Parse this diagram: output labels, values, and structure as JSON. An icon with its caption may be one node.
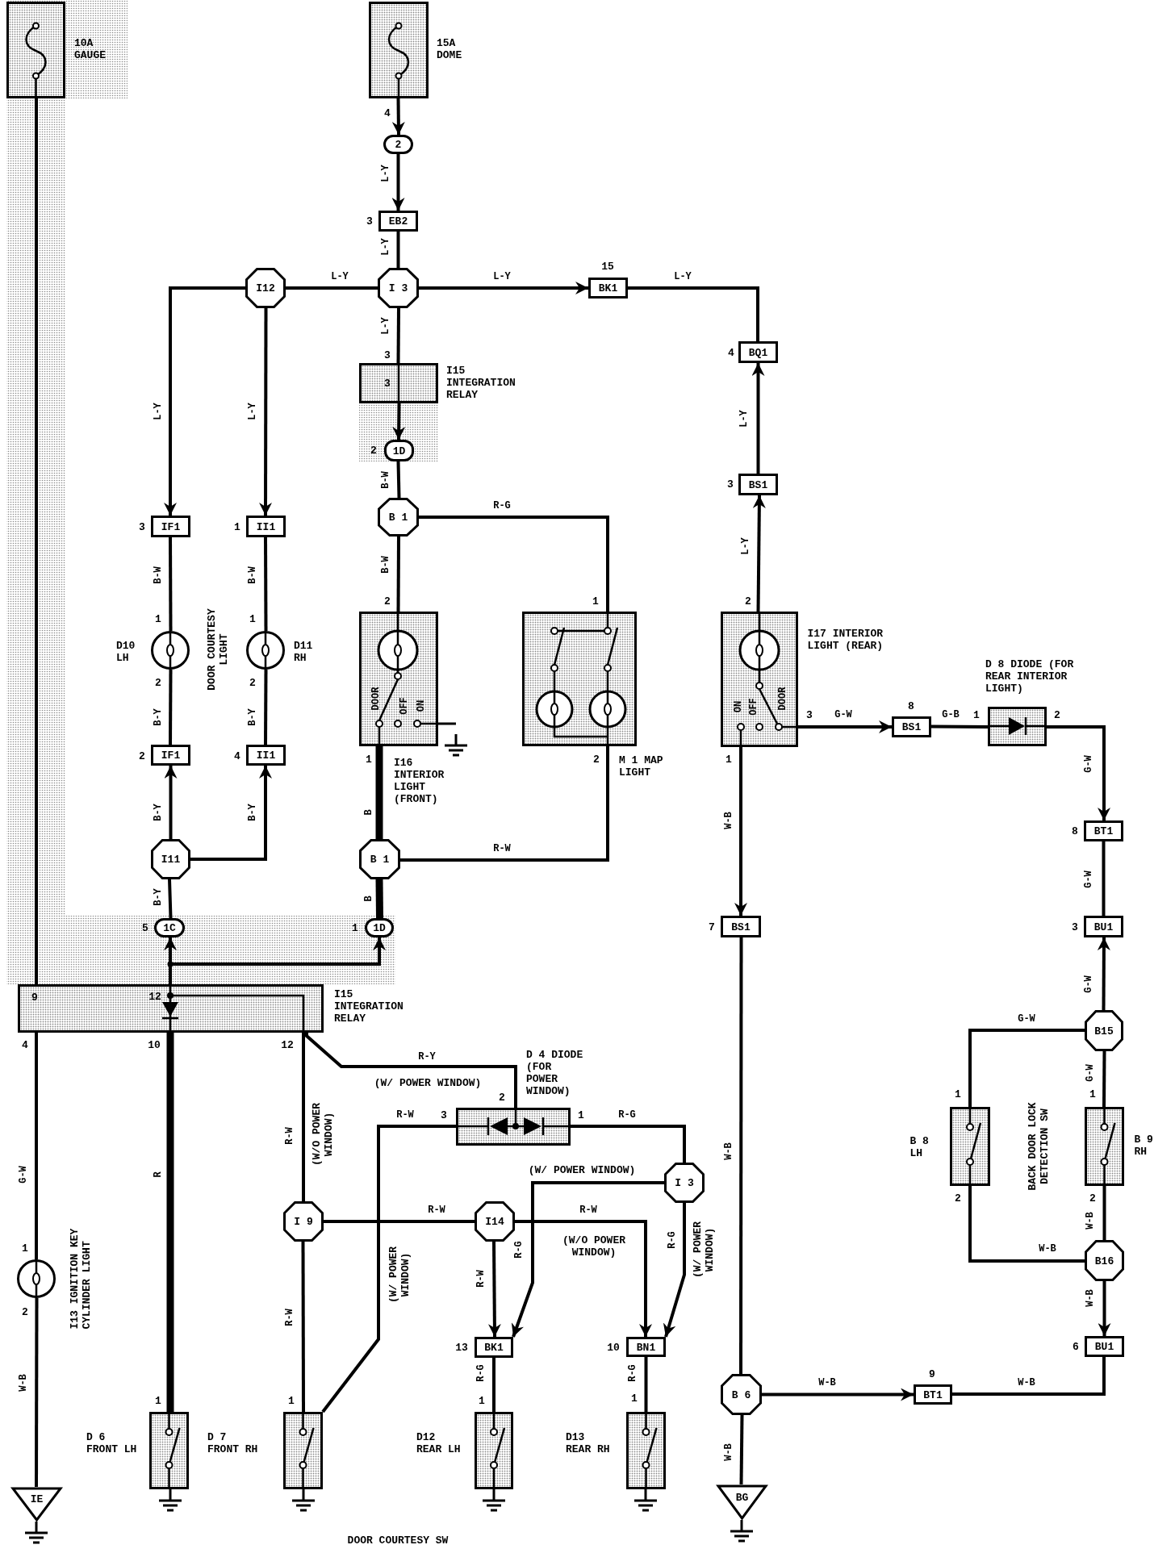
{
  "diagram": {
    "nodes": [
      {
        "text": [],
        "shape": "box",
        "beside": [
          "10A GAUGE"
        ]
      },
      {
        "text": [],
        "shape": "box",
        "beside": [
          "15A DOME"
        ]
      },
      {
        "text": [
          "2"
        ]
      },
      {
        "text": [
          "EB2"
        ]
      },
      {
        "text": [
          "I12"
        ]
      },
      {
        "text": [
          "I 3"
        ]
      },
      {
        "text": [
          "BK1"
        ]
      },
      {
        "text": [
          "BQ1"
        ]
      },
      {
        "text": [
          "3"
        ],
        "beside": [
          "I15 INTEGRATION RELAY"
        ]
      },
      {
        "text": [
          "1D"
        ]
      },
      {
        "text": [
          "B 1"
        ]
      },
      {
        "text": [
          "IF1"
        ]
      },
      {
        "text": [
          "II1"
        ]
      },
      {
        "text": [
          "BS1"
        ]
      },
      {
        "text": [],
        "shape": "circle",
        "beside": [
          "D10 LH"
        ]
      },
      {
        "text": [],
        "shape": "circle",
        "beside": [
          "D11 RH"
        ]
      },
      {
        "text": [
          "DOOR",
          "OFF",
          "ON"
        ],
        "beside": [
          "I16 INTERIOR LIGHT (FRONT)"
        ]
      },
      {
        "text": [],
        "shape": "box",
        "beside": [
          "M 1 MAP LIGHT"
        ]
      },
      {
        "text": [
          "ON",
          "OFF",
          "DOOR"
        ],
        "beside": [
          "I17 INTERIOR LIGHT (REAR)"
        ]
      },
      {
        "text": [
          "BS1"
        ]
      },
      {
        "text": [],
        "shape": "box",
        "beside": [
          "D 8 DIODE (FOR REAR INTERIOR LIGHT)"
        ]
      },
      {
        "text": [
          "IF1"
        ]
      },
      {
        "text": [
          "II1"
        ]
      },
      {
        "text": [
          "BT1"
        ]
      },
      {
        "text": [
          "B 1"
        ]
      },
      {
        "text": [
          "I11"
        ]
      },
      {
        "text": [
          "1C"
        ]
      },
      {
        "text": [
          "1D"
        ]
      },
      {
        "text": [
          "BS1"
        ]
      },
      {
        "text": [
          "BU1"
        ]
      },
      {
        "text": [
          "9",
          "12"
        ],
        "beside": [
          "I15 INTEGRATION RELAY"
        ]
      },
      {
        "text": [
          "B15"
        ]
      },
      {
        "text": [],
        "shape": "box",
        "beside": [
          "D 4 DIODE (FOR POWER WINDOW)"
        ]
      },
      {
        "text": [],
        "shape": "box",
        "beside": [
          "B 8 LH"
        ]
      },
      {
        "text": [],
        "shape": "box",
        "beside": [
          "B 9 RH"
        ]
      },
      {
        "text": [
          "I 3"
        ]
      },
      {
        "text": [
          "I 9"
        ]
      },
      {
        "text": [
          "I14"
        ]
      },
      {
        "text": [
          "B16"
        ]
      },
      {
        "text": [],
        "shape": "circle",
        "beside": [
          "I13 IGNITION KEY CYLINDER LIGHT"
        ]
      },
      {
        "text": [
          "BK1"
        ]
      },
      {
        "text": [
          "BN1"
        ]
      },
      {
        "text": [
          "BU1"
        ]
      },
      {
        "text": [
          "B 6"
        ]
      },
      {
        "text": [
          "BT1"
        ]
      },
      {
        "text": [],
        "shape": "box",
        "beside": [
          "D 6 FRONT LH"
        ]
      },
      {
        "text": [],
        "shape": "box",
        "beside": [
          "D 7 FRONT RH"
        ]
      },
      {
        "text": [],
        "shape": "box",
        "beside": [
          "D12 REAR LH"
        ]
      },
      {
        "text": [],
        "shape": "box",
        "beside": [
          "D13 REAR RH"
        ]
      },
      {
        "text": [
          "IE"
        ]
      },
      {
        "text": [
          "BG"
        ]
      }
    ],
    "edges": [
      {
        "from": 1,
        "to": 2,
        "arrow": "to"
      },
      {
        "from": 2,
        "to": 3,
        "arrow": "to",
        "label": "L-Y"
      },
      {
        "from": 3,
        "to": 5,
        "arrow": "none",
        "label": "L-Y"
      },
      {
        "from": 5,
        "to": 4,
        "arrow": "none",
        "label": "L-Y"
      },
      {
        "from": 5,
        "to": 6,
        "arrow": "to",
        "label": "L-Y"
      },
      {
        "from": 6,
        "to": 7,
        "arrow": "none",
        "label": "L-Y"
      },
      {
        "from": 13,
        "to": 7,
        "arrow": "to",
        "label": "L-Y"
      },
      {
        "from": 18,
        "to": 13,
        "arrow": "to",
        "label": "L-Y"
      },
      {
        "from": 4,
        "to": 11,
        "arrow": "to",
        "label": "L-Y"
      },
      {
        "from": 4,
        "to": 12,
        "arrow": "to",
        "label": "L-Y"
      },
      {
        "from": 5,
        "to": 8,
        "arrow": "none",
        "label": "L-Y"
      },
      {
        "from": 8,
        "to": 9,
        "arrow": "to"
      },
      {
        "from": 9,
        "to": 10,
        "arrow": "none",
        "label": "B-W"
      },
      {
        "from": 10,
        "to": 16,
        "arrow": "none",
        "label": "B-W"
      },
      {
        "from": 10,
        "to": 17,
        "arrow": "none",
        "label": "R-G"
      },
      {
        "from": 11,
        "to": 14,
        "arrow": "none",
        "label": "B-W"
      },
      {
        "from": 14,
        "to": 21,
        "arrow": "none",
        "label": "B-Y"
      },
      {
        "from": 12,
        "to": 15,
        "arrow": "none",
        "label": "B-W"
      },
      {
        "from": 15,
        "to": 22,
        "arrow": "none",
        "label": "B-Y"
      },
      {
        "from": 25,
        "to": 21,
        "arrow": "to",
        "label": "B-Y"
      },
      {
        "from": 25,
        "to": 22,
        "arrow": "to",
        "label": "B-Y"
      },
      {
        "from": 26,
        "to": 25,
        "arrow": "none",
        "label": "B-Y"
      },
      {
        "from": 16,
        "to": 24,
        "arrow": "none",
        "label": "B",
        "style": "thick"
      },
      {
        "from": 17,
        "to": 24,
        "arrow": "none",
        "label": "R-W"
      },
      {
        "from": 24,
        "to": 27,
        "arrow": "none",
        "label": "B",
        "style": "thick"
      },
      {
        "from": 30,
        "to": 26,
        "arrow": "to"
      },
      {
        "from": 30,
        "to": 27,
        "arrow": "to"
      },
      {
        "from": 0,
        "to": 30,
        "arrow": "none"
      },
      {
        "from": 30,
        "to": 39,
        "arrow": "none",
        "label": "G-W"
      },
      {
        "from": 39,
        "to": 49,
        "arrow": "none",
        "label": "W-B"
      },
      {
        "from": 30,
        "to": 45,
        "arrow": "none",
        "label": "R",
        "style": "thick"
      },
      {
        "from": 30,
        "to": 36,
        "arrow": "none",
        "label": "R-W"
      },
      {
        "from": 30,
        "to": 32,
        "arrow": "none",
        "label": "R-Y"
      },
      {
        "from": 32,
        "to": 46,
        "arrow": "none",
        "label": "R-W"
      },
      {
        "from": 36,
        "to": 46,
        "arrow": "none",
        "label": "R-W"
      },
      {
        "from": 36,
        "to": 37,
        "arrow": "none",
        "label": "R-W"
      },
      {
        "from": 37,
        "to": 40,
        "arrow": "to",
        "label": "R-W"
      },
      {
        "from": 37,
        "to": 41,
        "arrow": "to",
        "label": "R-W"
      },
      {
        "from": 32,
        "to": 35,
        "arrow": "none",
        "label": "R-G"
      },
      {
        "from": 35,
        "to": 40,
        "arrow": "to",
        "label": "R-G"
      },
      {
        "from": 35,
        "to": 41,
        "arrow": "to",
        "label": "R-G"
      },
      {
        "from": 40,
        "to": 47,
        "arrow": "none",
        "label": "R-G"
      },
      {
        "from": 41,
        "to": 48,
        "arrow": "none",
        "label": "R-G"
      },
      {
        "from": 18,
        "to": 28,
        "arrow": "to",
        "label": "W-B"
      },
      {
        "from": 28,
        "to": 43,
        "arrow": "none",
        "label": "W-B"
      },
      {
        "from": 43,
        "to": 50,
        "arrow": "none",
        "label": "W-B"
      },
      {
        "from": 43,
        "to": 44,
        "arrow": "to",
        "label": "W-B"
      },
      {
        "from": 42,
        "to": 44,
        "arrow": "none",
        "label": "W-B"
      },
      {
        "from": 18,
        "to": 19,
        "arrow": "to",
        "label": "G-W"
      },
      {
        "from": 19,
        "to": 20,
        "arrow": "none",
        "label": "G-B"
      },
      {
        "from": 20,
        "to": 23,
        "arrow": "to",
        "label": "G-W"
      },
      {
        "from": 23,
        "to": 29,
        "arrow": "none",
        "label": "G-W"
      },
      {
        "from": 31,
        "to": 29,
        "arrow": "to",
        "label": "G-W"
      },
      {
        "from": 31,
        "to": 33,
        "arrow": "none",
        "label": "G-W"
      },
      {
        "from": 31,
        "to": 34,
        "arrow": "none",
        "label": "G-W"
      },
      {
        "from": 33,
        "to": 38,
        "arrow": "none",
        "label": "W-B"
      },
      {
        "from": 34,
        "to": 38,
        "arrow": "none",
        "label": "W-B"
      },
      {
        "from": 38,
        "to": 42,
        "arrow": "to",
        "label": "W-B"
      }
    ],
    "labels": [
      "4",
      "3",
      "15",
      "3",
      "4",
      "2",
      "3",
      "3",
      "1",
      "2",
      "1",
      "2",
      "1",
      "1",
      "DOOR COURTESY LIGHT",
      "2",
      "2",
      "3",
      "8",
      "1",
      "2",
      "2",
      "4",
      "1",
      "2",
      "1",
      "8",
      "5",
      "1",
      "7",
      "3",
      "4",
      "10",
      "12",
      "(W/ POWER WINDOW)",
      "2",
      "1",
      "1",
      "3",
      "1",
      "(W/O POWER WINDOW)",
      "BACK DOOR LOCK DETECTION SW",
      "(W/ POWER WINDOW)",
      "2",
      "2",
      "1",
      "(W/ POWER WINDOW)",
      "(W/O POWER WINDOW)",
      "(W/ POWER WINDOW)",
      "2",
      "13",
      "10",
      "6",
      "9",
      "1",
      "1",
      "1",
      "1",
      "DOOR COURTESY SW"
    ]
  }
}
